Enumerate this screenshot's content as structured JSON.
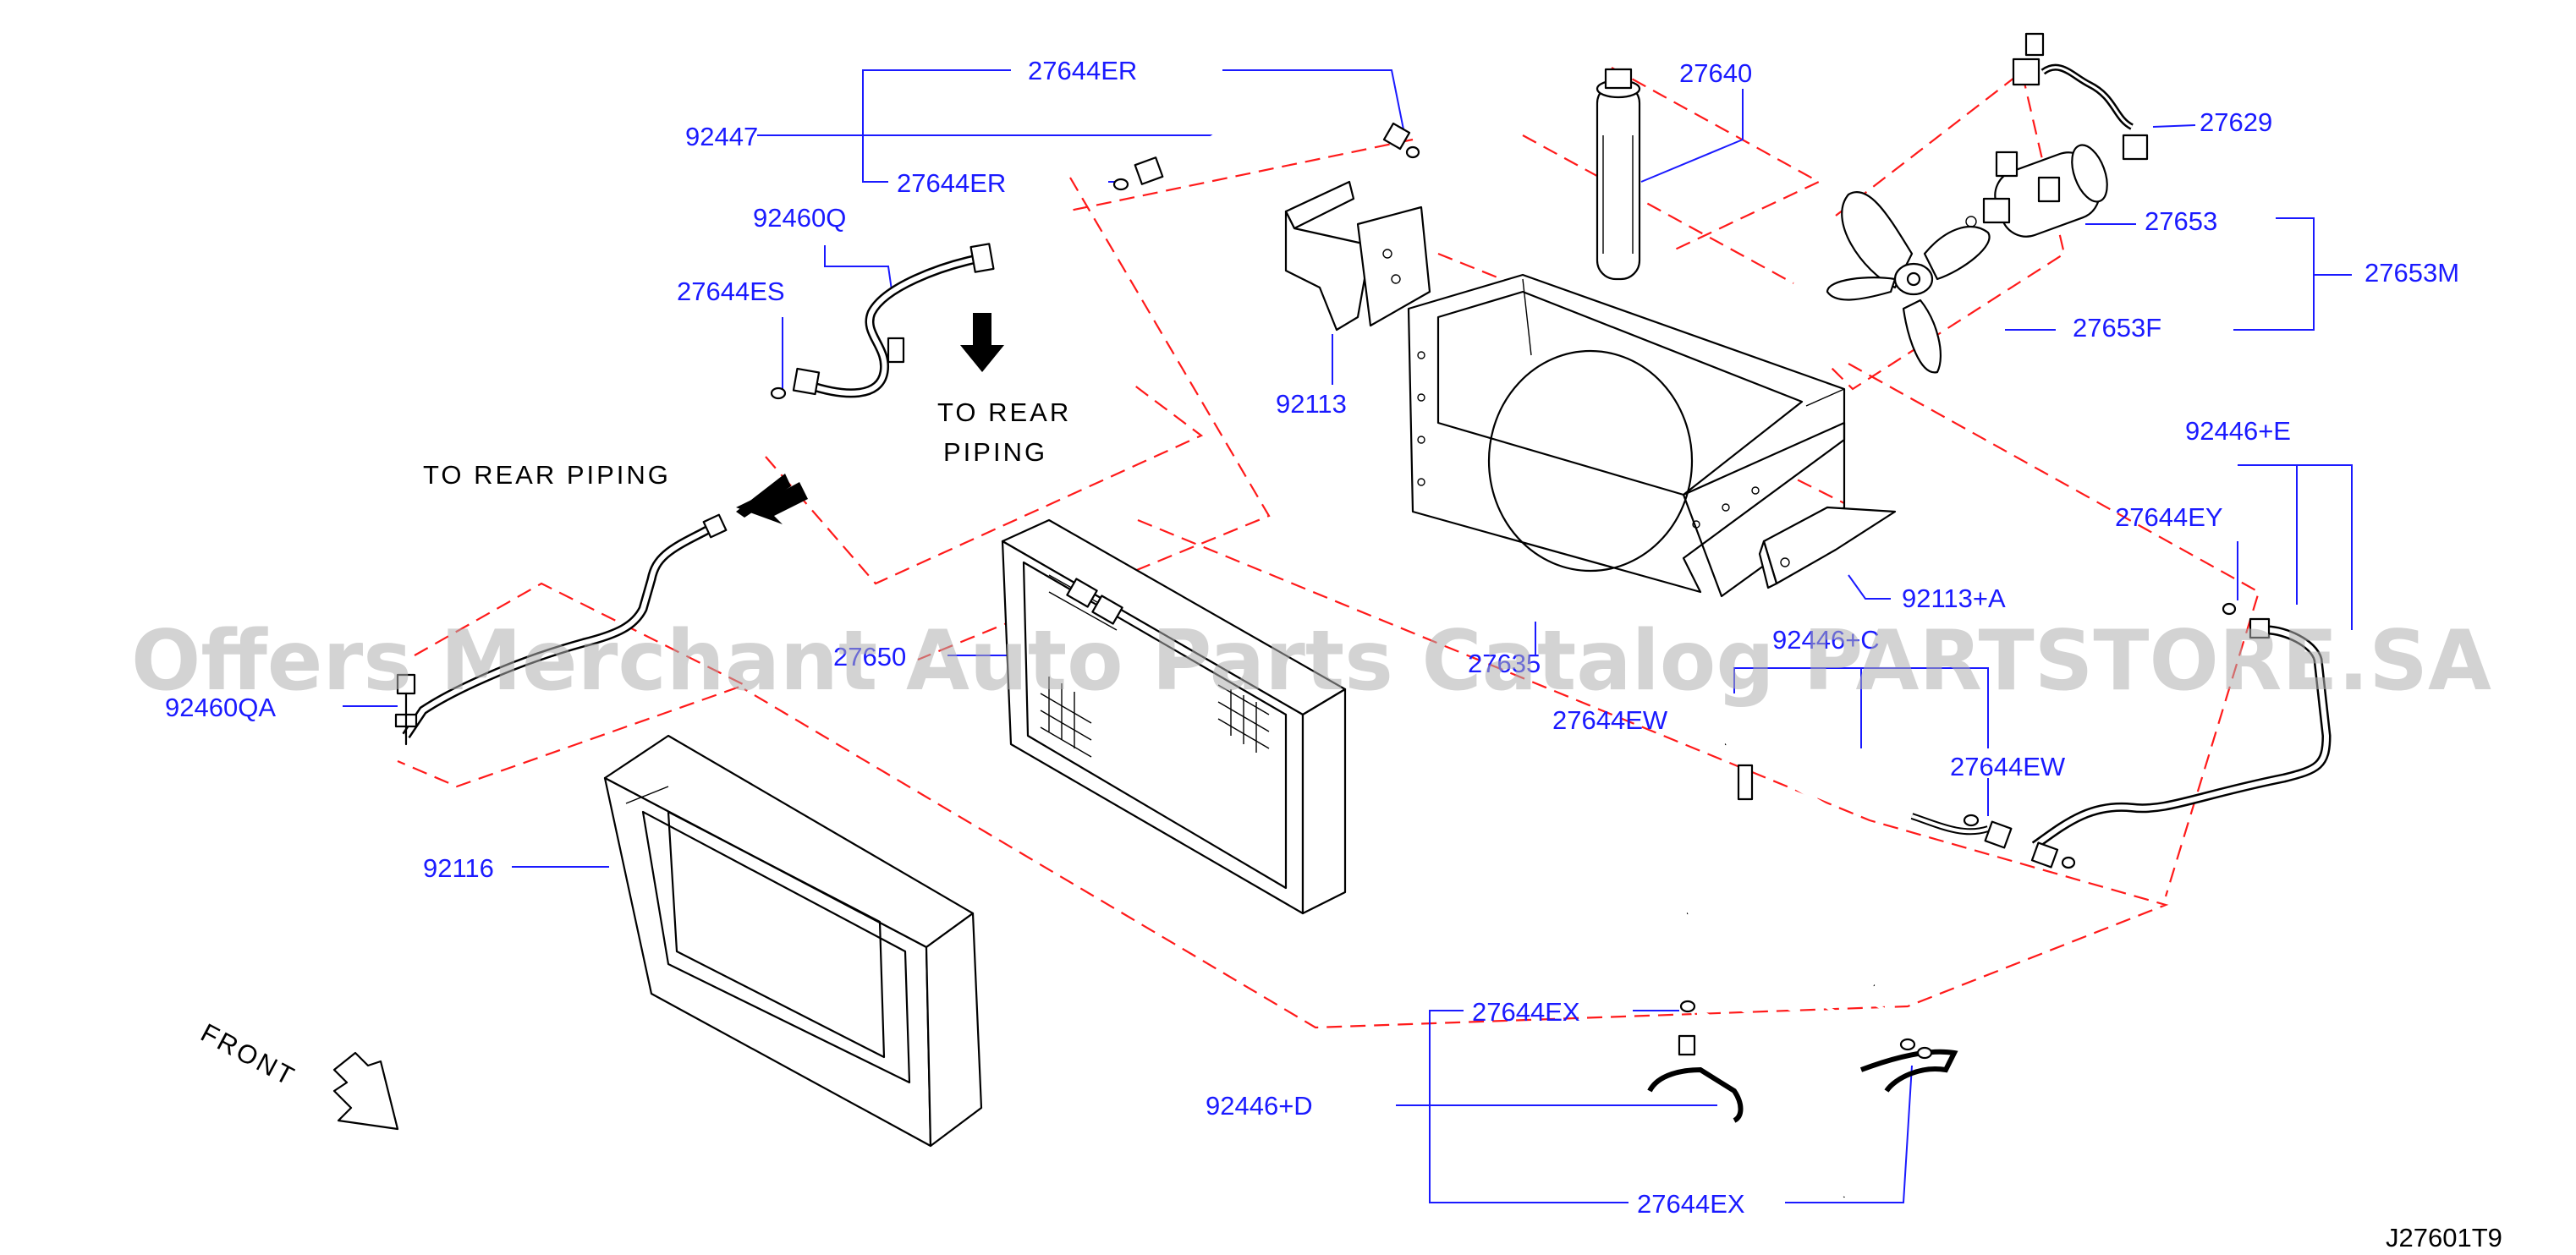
{
  "part_numbers": {
    "p27644ER_top": "27644ER",
    "p92447": "92447",
    "p27644ER_mid": "27644ER",
    "p27640": "27640",
    "p27629": "27629",
    "p27653": "27653",
    "p27653M": "27653M",
    "p27653F": "27653F",
    "p92460Q": "92460Q",
    "p27644ES": "27644ES",
    "p92113": "92113",
    "p92446E": "92446+E",
    "p27644EY": "27644EY",
    "p92113A": "92113+A",
    "p27650": "27650",
    "p27635": "27635",
    "p92446C": "92446+C",
    "p92460QA": "92460QA",
    "p27644EW_a": "27644EW",
    "p27644EW_b": "27644EW",
    "p92116": "92116",
    "p27644EX_a": "27644EX",
    "p92446D": "92446+D",
    "p27644EX_b": "27644EX"
  },
  "labels": {
    "to_rear_piping_left": "TO  REAR  PIPING",
    "to_rear_1": "TO  REAR",
    "to_rear_2": "PIPING",
    "front": "FRONT"
  },
  "diagram_code": "J27601T9",
  "watermark": "Offers Merchant Auto Parts Catalog PARTSTORE.SA",
  "colors": {
    "part_number": "#1a1aff",
    "phantom_line": "#ff1a1a",
    "line_art": "#000000",
    "watermark": "#afafaf"
  }
}
